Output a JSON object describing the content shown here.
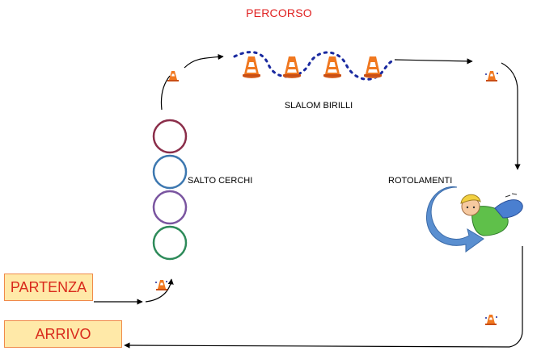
{
  "title": "PERCORSO",
  "labels": {
    "slalom": "SLALOM BIRILLI",
    "salto": "SALTO CERCHI",
    "rotolamenti": "ROTOLAMENTI"
  },
  "start_box": {
    "label": "PARTENZA"
  },
  "end_box": {
    "label": "ARRIVO"
  },
  "colors": {
    "title": "#e02020",
    "box_text": "#d92a1c",
    "box_fill": "#ffe9a8",
    "box_border": "#f08a4a",
    "hoops": [
      "#8b2e4a",
      "#3d78b0",
      "#7a55a0",
      "#2e8b5a"
    ],
    "slalom_dots": "#1a2aa0",
    "roll_arrow": "#5a8fd0",
    "cone": "#f07820"
  },
  "icons": [
    "traffic-cone-icon",
    "hoop-ring-icon",
    "rolling-child-illustration",
    "curved-arrow-icon",
    "flow-arrow-icon"
  ]
}
